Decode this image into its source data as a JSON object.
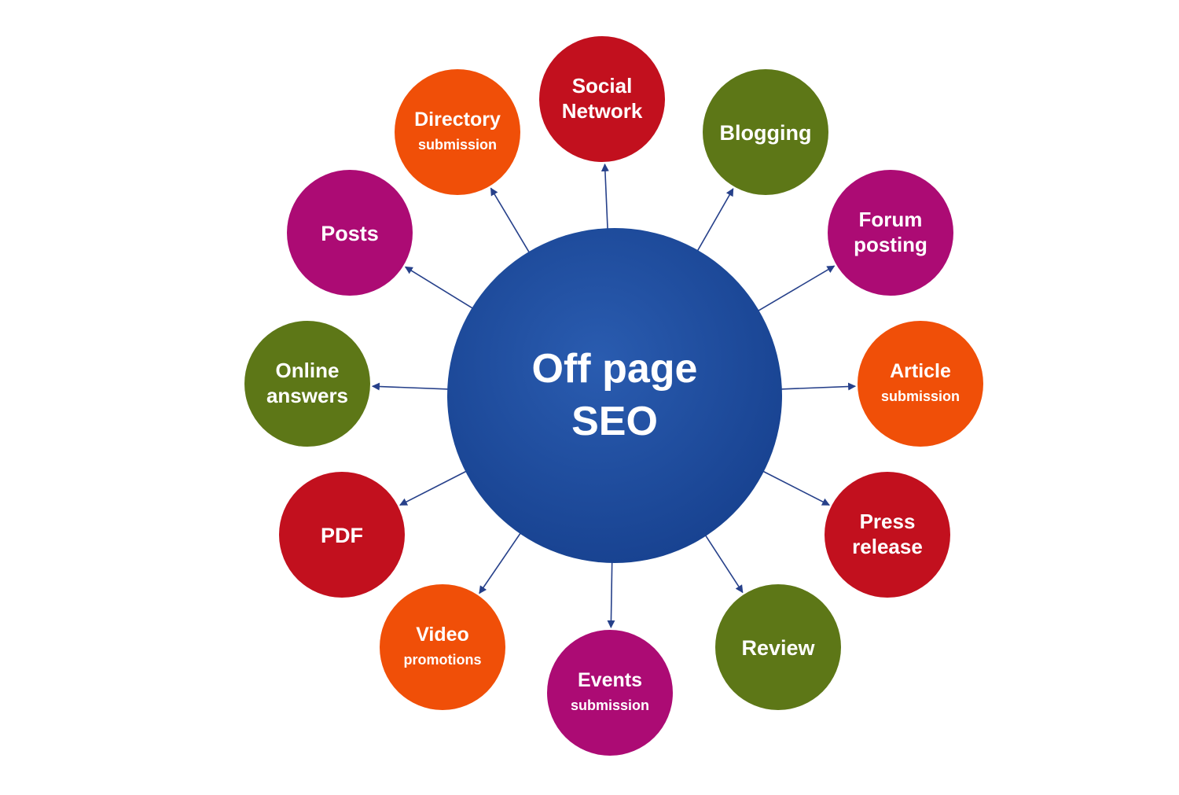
{
  "center": {
    "line1": "Off page",
    "line2": "SEO",
    "color": "#1d4c9e"
  },
  "nodes": [
    {
      "id": "social-network",
      "line1": "Social",
      "line2": "Network",
      "style": "big",
      "color": "#c2101e"
    },
    {
      "id": "blogging",
      "line1": "Blogging",
      "line2": "",
      "style": "big",
      "color": "#5d7717"
    },
    {
      "id": "forum-posting",
      "line1": "Forum",
      "line2": "posting",
      "style": "big",
      "color": "#ac0b74"
    },
    {
      "id": "article-submission",
      "line1": "Article",
      "line2": "submission",
      "style": "small",
      "color": "#f04f08"
    },
    {
      "id": "press-release",
      "line1": "Press",
      "line2": "release",
      "style": "big",
      "color": "#c2101e"
    },
    {
      "id": "review",
      "line1": "Review",
      "line2": "",
      "style": "big",
      "color": "#5d7717"
    },
    {
      "id": "events-submission",
      "line1": "Events",
      "line2": "submission",
      "style": "small",
      "color": "#ac0b74"
    },
    {
      "id": "video-promotions",
      "line1": "Video",
      "line2": "promotions",
      "style": "small",
      "color": "#f04f08"
    },
    {
      "id": "pdf",
      "line1": "PDF",
      "line2": "",
      "style": "big",
      "color": "#c2101e"
    },
    {
      "id": "online-answers",
      "line1": "Online",
      "line2": "answers",
      "style": "big",
      "color": "#5d7717"
    },
    {
      "id": "posts",
      "line1": "Posts",
      "line2": "",
      "style": "big",
      "color": "#ac0b74"
    },
    {
      "id": "directory-submission",
      "line1": "Directory",
      "line2": "submission",
      "style": "small",
      "color": "#f04f08"
    }
  ],
  "arrow_color": "#26408a"
}
